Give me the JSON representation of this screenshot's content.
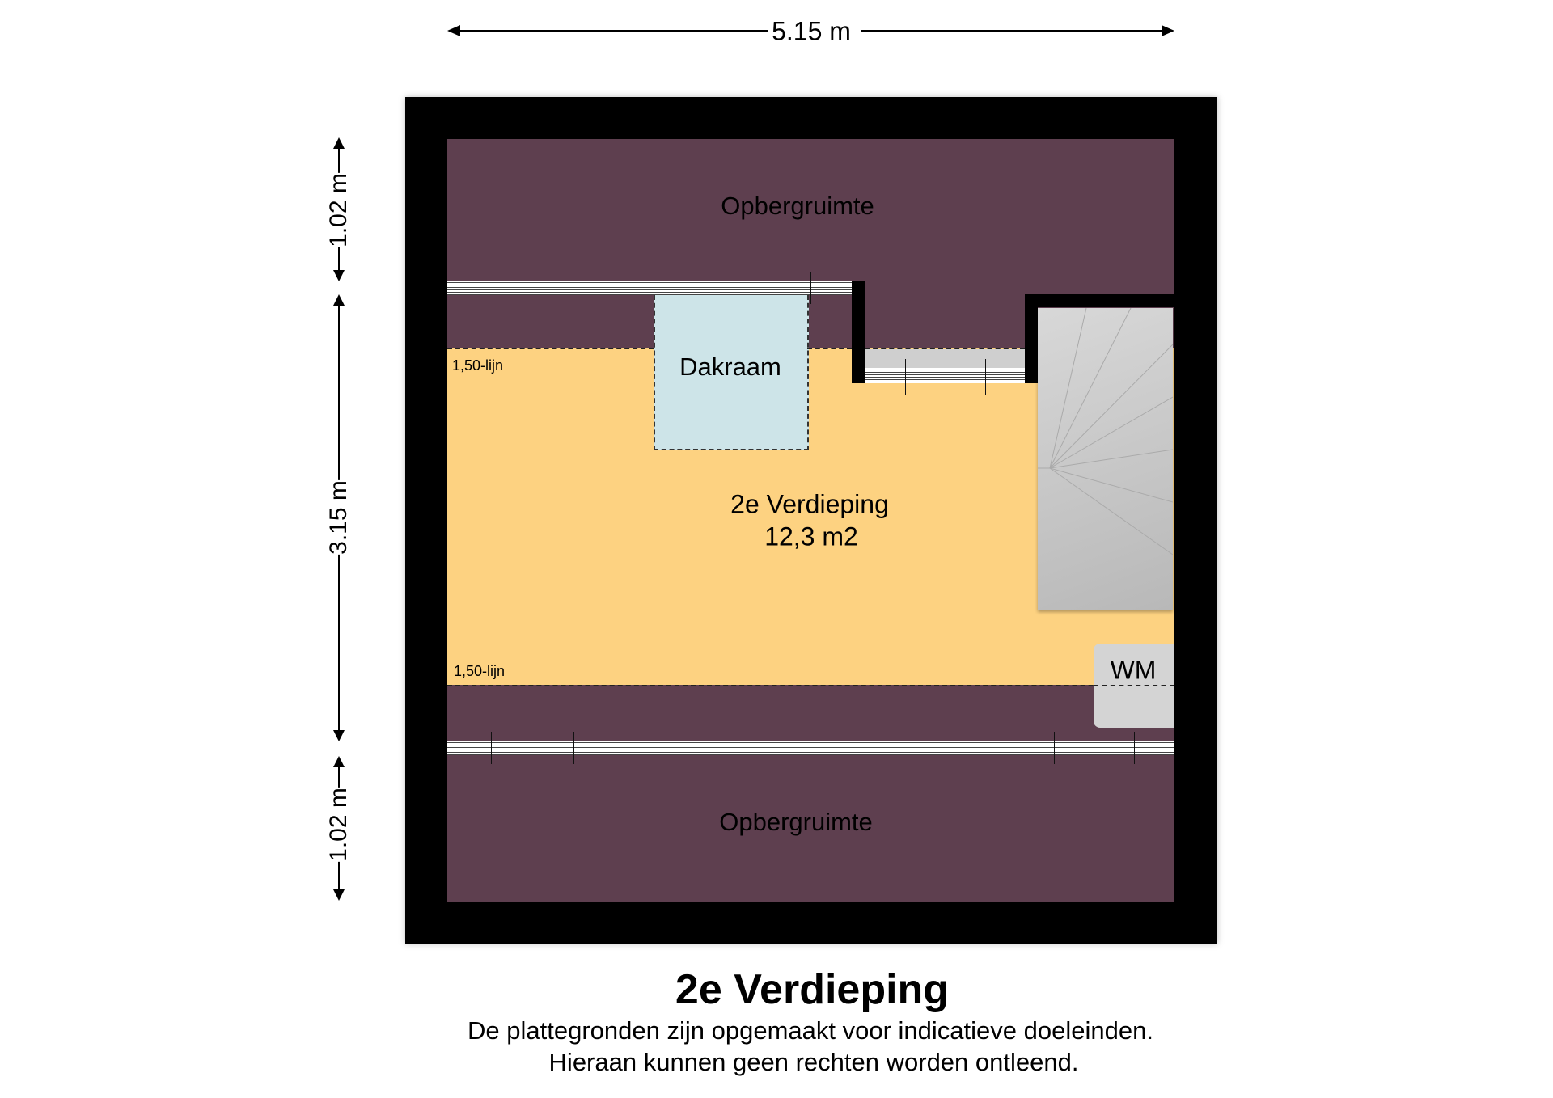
{
  "dimensions": {
    "width": "5.15 m",
    "top": "1.02 m",
    "middle": "3.15 m",
    "bottom": "1.02 m"
  },
  "rooms": {
    "storage_top": "Opbergruimte",
    "storage_bottom": "Opbergruimte",
    "skylight": "Dakraam",
    "main_name": "2e Verdieping",
    "main_area": "12,3 m2",
    "height_line_top": "1,50-lijn",
    "height_line_bottom": "1,50-lijn",
    "washing_machine": "WM"
  },
  "footer": {
    "title": "2e Verdieping",
    "line1": "De plattegronden zijn opgemaakt voor indicatieve doeleinden.",
    "line2": "Hieraan kunnen geen rechten worden ontleend."
  },
  "colors": {
    "wall": "#000000",
    "storage": "#5e3f4f",
    "room": "#fdd281",
    "skylight": "#cde4e8",
    "stairs": "#c4c4c4"
  }
}
